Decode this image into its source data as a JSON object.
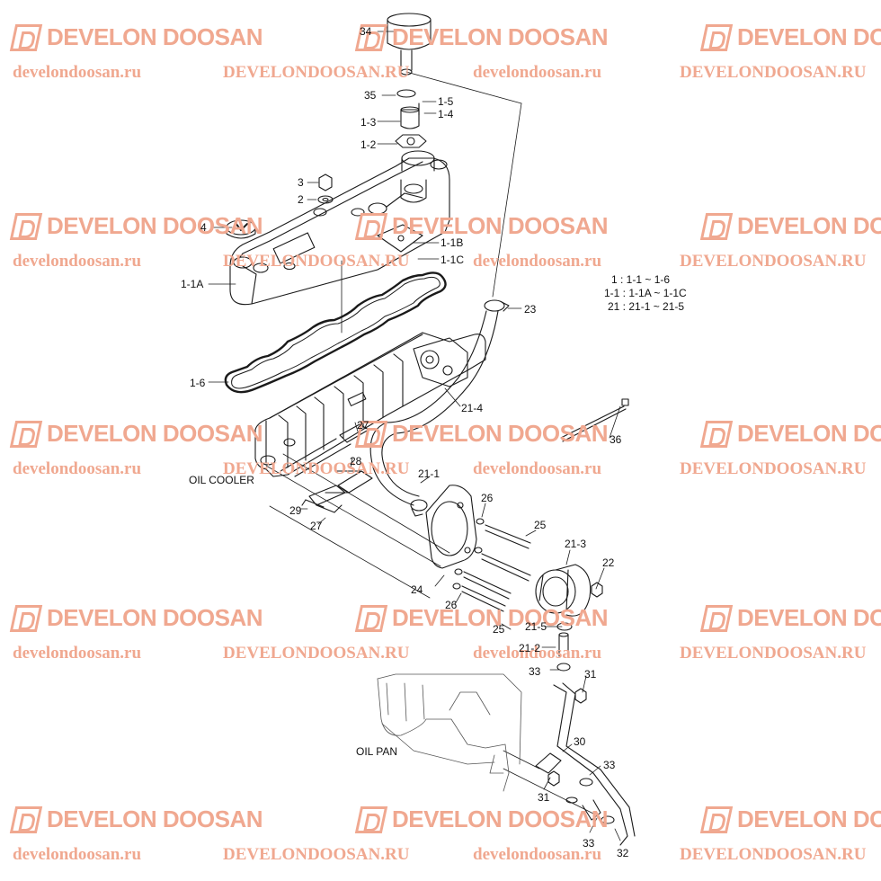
{
  "watermark": {
    "brand": "DEVELON DOOSAN",
    "url_lower": "develondoosan.ru",
    "url_upper": "DEVELONDOOSAN.RU"
  },
  "callouts": {
    "p34": "34",
    "p35": "35",
    "p1_5": "1-5",
    "p1_4": "1-4",
    "p1_3": "1-3",
    "p1_2": "1-2",
    "p3": "3",
    "p2": "2",
    "p4": "4",
    "p1_1b": "1-1B",
    "p1_1c": "1-1C",
    "p1_1a": "1-1A",
    "p23": "23",
    "p1_6": "1-6",
    "p21_4": "21-4",
    "p36": "36",
    "p27a": "27",
    "p28": "28",
    "p21_1": "21-1",
    "p26a": "26",
    "p25a": "25",
    "p29": "29",
    "p27b": "27",
    "p21_3": "21-3",
    "p22": "22",
    "p24": "24",
    "p26b": "26",
    "p21_5": "21-5",
    "p25b": "25",
    "p21_2": "21-2",
    "p33a": "33",
    "p31a": "31",
    "p30": "30",
    "p33b": "33",
    "p31b": "31",
    "p33c": "33",
    "p32": "32"
  },
  "text_labels": {
    "oil_cooler": "OIL COOLER",
    "oil_pan": "OIL PAN"
  },
  "legend": [
    "1 : 1-1 ~ 1-6",
    "1-1 : 1-1A ~ 1-1C",
    "21 : 21-1 ~ 21-5"
  ],
  "colors": {
    "watermark": "#f0a890",
    "line": "#1a1a1a"
  }
}
